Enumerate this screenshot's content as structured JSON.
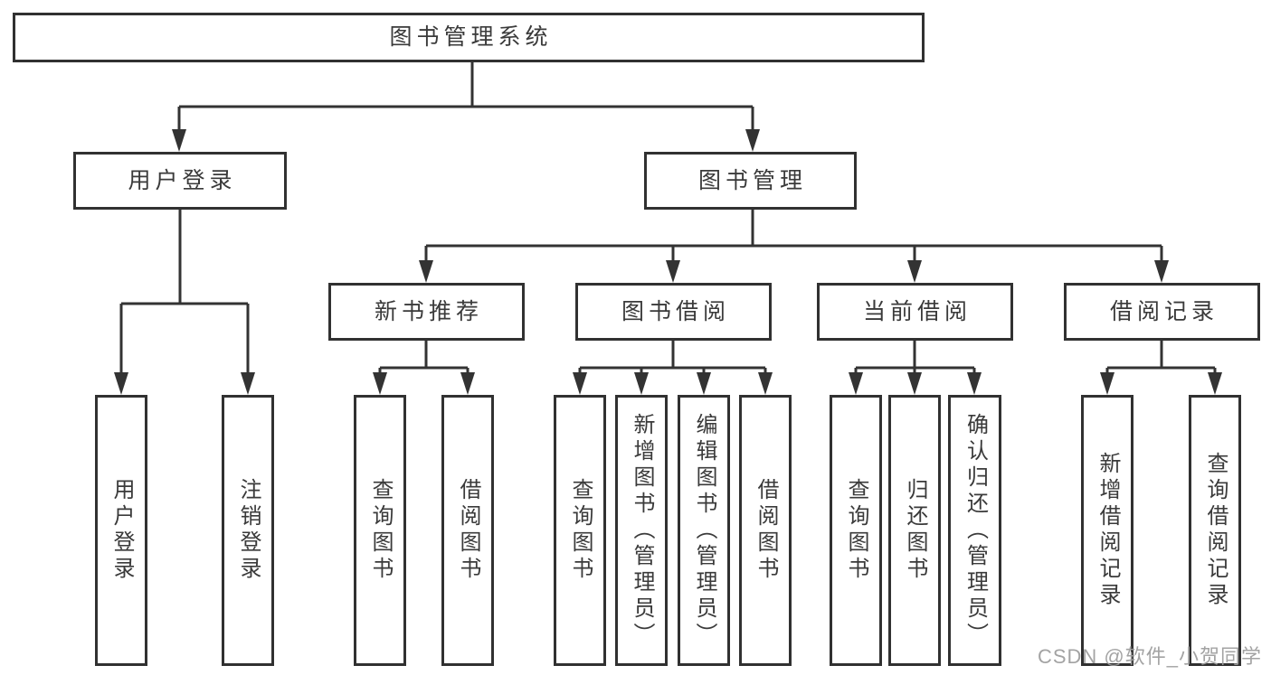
{
  "diagram": {
    "title": "图书管理系统",
    "tree": {
      "label": "图书管理系统",
      "children": [
        {
          "label": "用户登录",
          "children": [
            {
              "label": "用户登录"
            },
            {
              "label": "注销登录"
            }
          ]
        },
        {
          "label": "图书管理",
          "children": [
            {
              "label": "新书推荐",
              "children": [
                {
                  "label": "查询图书"
                },
                {
                  "label": "借阅图书"
                }
              ]
            },
            {
              "label": "图书借阅",
              "children": [
                {
                  "label": "查询图书"
                },
                {
                  "label": "新增图书（管理员）"
                },
                {
                  "label": "编辑图书（管理员）"
                },
                {
                  "label": "借阅图书"
                }
              ]
            },
            {
              "label": "当前借阅",
              "children": [
                {
                  "label": "查询图书"
                },
                {
                  "label": "归还图书"
                },
                {
                  "label": "确认归还（管理员）"
                }
              ]
            },
            {
              "label": "借阅记录",
              "children": [
                {
                  "label": "新增借阅记录"
                },
                {
                  "label": "查询借阅记录"
                }
              ]
            }
          ]
        }
      ]
    },
    "line_color": "#333333",
    "box_border_color": "#313131",
    "text_color": "#3a3a3a",
    "background_color": "#ffffff"
  },
  "watermark": "CSDN @软件_小贺同学"
}
